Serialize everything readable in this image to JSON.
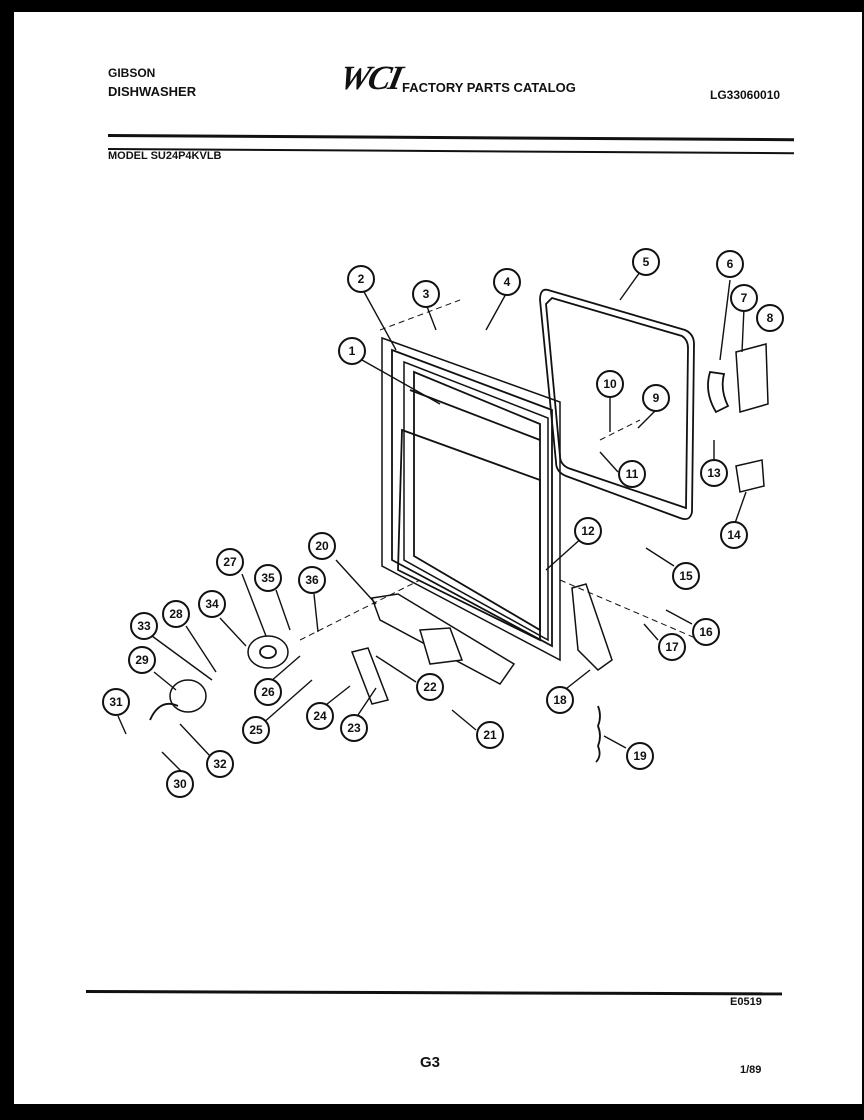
{
  "header": {
    "brand_line1": "GIBSON",
    "brand_line2": "DISHWASHER",
    "logo_text": "WCI",
    "catalog_title": "FACTORY PARTS CATALOG",
    "catalog_number": "LG33060010",
    "model_label": "MODEL SU24P4KVLB"
  },
  "footer": {
    "code": "E0519",
    "page_id": "G3",
    "date": "1/89"
  },
  "callouts": [
    "1",
    "2",
    "3",
    "4",
    "5",
    "6",
    "7",
    "8",
    "9",
    "10",
    "11",
    "12",
    "13",
    "14",
    "15",
    "16",
    "17",
    "18",
    "19",
    "20",
    "21",
    "22",
    "23",
    "24",
    "25",
    "26",
    "27",
    "28",
    "29",
    "30",
    "31",
    "32",
    "33",
    "34",
    "35",
    "36"
  ]
}
